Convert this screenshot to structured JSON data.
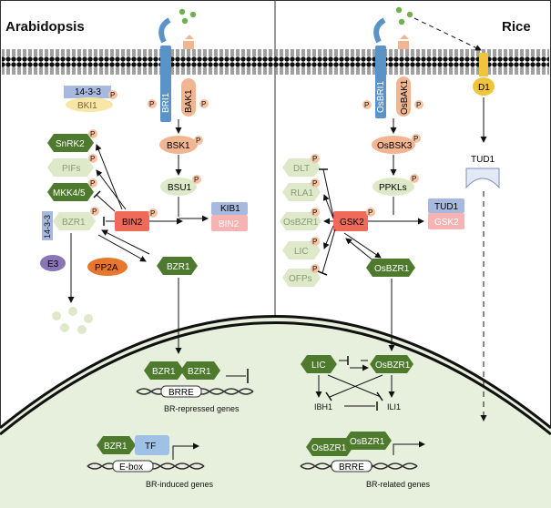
{
  "panels": {
    "left_title": "Arabidopsis",
    "right_title": "Rice"
  },
  "left": {
    "receptor_bri1": "BRI1",
    "receptor_bak1": "BAK1",
    "scaffold_1433": "14-3-3",
    "bki1": "BKI1",
    "bsk1": "BSK1",
    "bsu1": "BSU1",
    "kib1": "KIB1",
    "bin2_target": "BIN2",
    "bin2": "BIN2",
    "snrk2": "SnRK2",
    "pifs": "PIFs",
    "mkk45": "MKK4/5",
    "bzr1_phos": "BZR1",
    "side_1433": "14-3-3",
    "e3": "E3",
    "pp2a": "PP2A",
    "bzr1_active": "BZR1",
    "bzr1_dimer_a": "BZR1",
    "bzr1_dimer_b": "BZR1",
    "brre": "BRRE",
    "repressed_label": "BR-repressed genes",
    "bzr1_tf": "BZR1",
    "tf": "TF",
    "ebox": "E-box",
    "induced_label": "BR-induced genes"
  },
  "right": {
    "osbri1": "OsBRI1",
    "osbak1": "OsBAK1",
    "d1": "D1",
    "tud1": "TUD1",
    "osbsk3": "OsBSK3",
    "ppkls": "PPKLs",
    "tud1_target": "TUD1",
    "gsk2_target": "GSK2",
    "dlt": "DLT",
    "rla1": "RLA1",
    "osbzr1_phos": "OsBZR1",
    "lic_phos": "LIC",
    "ofps": "OFPs",
    "gsk2": "GSK2",
    "osbzr1_active": "OsBZR1",
    "lic": "LIC",
    "osbzr1_nuc": "OsBZR1",
    "ibh1": "IBH1",
    "ili1": "ILI1",
    "osbzr1_dimer_a": "OsBZR1",
    "osbzr1_dimer_b": "OsBZR1",
    "brre": "BRRE",
    "related_label": "BR-related genes"
  },
  "phospho_label": "P",
  "colors": {
    "dark_green": "#4d7a2c",
    "light_green": "#dde9c8",
    "bin2_red": "#f06a5a",
    "receptor_blue": "#5a93c8",
    "kinase_orange": "#f2b591",
    "phospho_fill": "#f5c2a2",
    "purple": "#8a76b6",
    "pp2a_orange": "#e8762d",
    "kib1_blue": "#a7b9de",
    "bin2_pink": "#f6b3b3",
    "nucleus_fill": "#e7f0dc"
  }
}
